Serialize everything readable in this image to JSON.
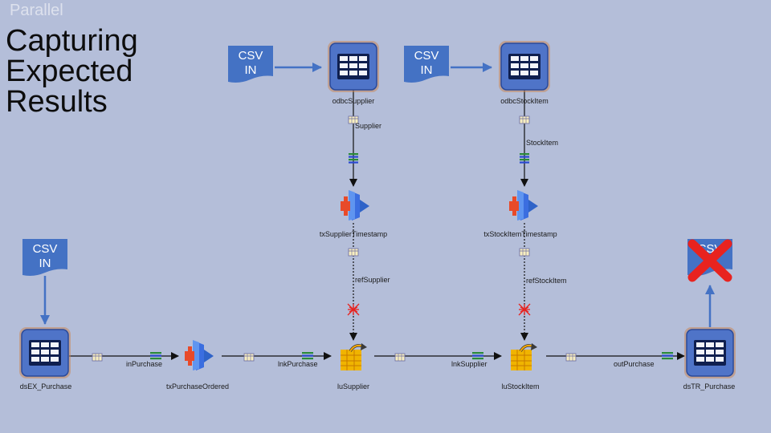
{
  "header": {
    "section": "Parallel",
    "title_lines": [
      "Capturing",
      "Expected",
      "Results"
    ]
  },
  "csv": {
    "line1": "CSV",
    "line2": "IN"
  },
  "stages": {
    "odbc_supplier": "odbcSupplier",
    "odbc_stockitem": "odbcStockItem",
    "tx_supplier_timestamp": "txSupplierTimestamp",
    "tx_stockitem_timestamp": "txStockItemTimestamp",
    "ds_ex_purchase": "dsEX_Purchase",
    "tx_purchase_ordered": "txPurchaseOrdered",
    "lu_supplier": "luSupplier",
    "lu_stockitem": "luStockItem",
    "ds_tr_purchase": "dsTR_Purchase"
  },
  "links": {
    "supplier": "Supplier",
    "stockitem": "StockItem",
    "ref_supplier": "refSupplier",
    "ref_stockitem": "refStockItem",
    "in_purchase": "inPurchase",
    "lnk_purchase": "lnkPurchase",
    "lnk_supplier": "lnkSupplier",
    "out_purchase": "outPurchase"
  },
  "colors": {
    "background": "#b4bed9",
    "csv_doc": "#4472c4",
    "stage_fill": "#1f3f8f",
    "stage_glow": "#c9875a",
    "disabled_x": "#e8231f"
  }
}
